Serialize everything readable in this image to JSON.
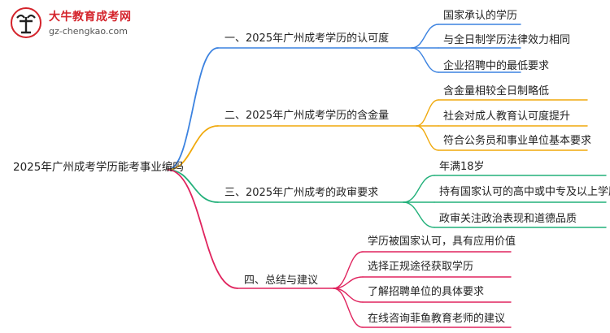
{
  "logo": {
    "title": "大牛教育成考网",
    "url": "gz-chengkao.com"
  },
  "mindmap": {
    "root": "2025年广州成考学历能考事业编吗",
    "branches": [
      {
        "label": "一、2025年广州成考学历的认可度",
        "color": "#3b82e0",
        "children": [
          "国家承认的学历",
          "与全日制学历法律效力相同",
          "企业招聘中的最低要求"
        ]
      },
      {
        "label": "二、2025年广州成考学历的含金量",
        "color": "#f0a90c",
        "children": [
          "含金量相较全日制略低",
          "社会对成人教育认可度提升",
          "符合公务员和事业单位基本要求"
        ]
      },
      {
        "label": "三、2025年广州成考的政审要求",
        "color": "#22b07a",
        "children": [
          "年满18岁",
          "持有国家认可的高中或中专及以上学历",
          "政审关注政治表现和道德品质"
        ]
      },
      {
        "label": "四、总结与建议",
        "color": "#e0245e",
        "children": [
          "学历被国家认可，具有应用价值",
          "选择正规途径获取学历",
          "了解招聘单位的具体要求",
          "在线咨询菲鱼教育老师的建议"
        ]
      }
    ]
  }
}
